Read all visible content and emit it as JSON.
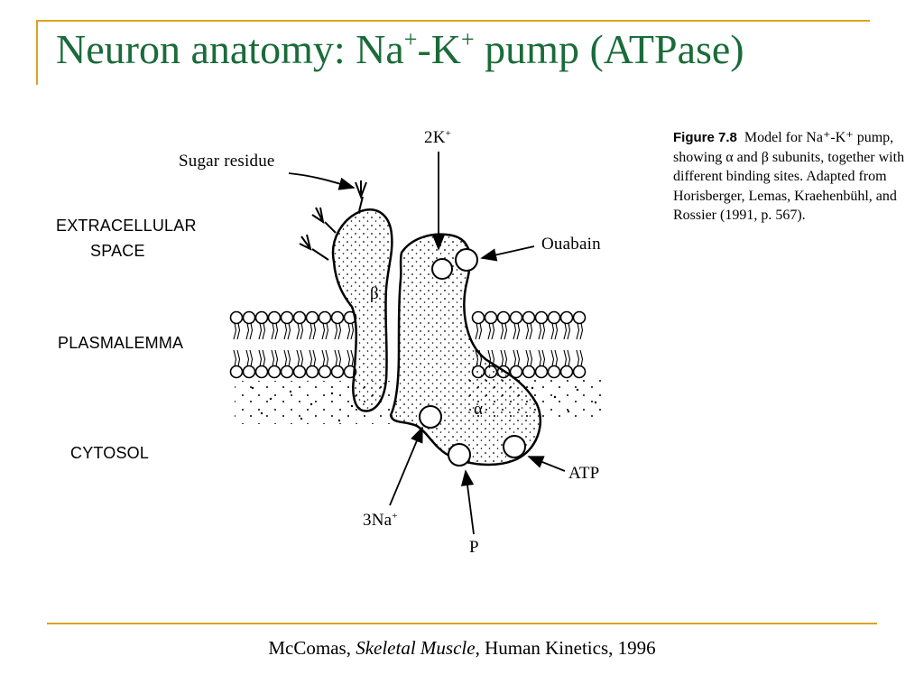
{
  "slide": {
    "title_prefix": "Neuron anatomy: Na",
    "title_sup1": "+",
    "title_mid": "-K",
    "title_sup2": "+",
    "title_suffix": " pump (ATPase)"
  },
  "diagram": {
    "labels": {
      "sugar_residue": "Sugar residue",
      "extracellular_1": "EXTRACELLULAR",
      "extracellular_2": "SPACE",
      "plasmalemma": "PLASMALEMMA",
      "cytosol": "CYTOSOL",
      "k_prefix": "2K",
      "k_sup": "+",
      "ouabain": "Ouabain",
      "beta": "β",
      "alpha": "α",
      "na_prefix": "3Na",
      "na_sup": "+",
      "atp": "ATP",
      "p": "P"
    }
  },
  "caption": {
    "figure_label": "Figure 7.8",
    "text": "Model for Na⁺-K⁺ pump, showing α and β subunits, together with different binding sites. Adapted from Horisberger, Lemas, Kraehenbühl, and Rossier (1991, p. 567)."
  },
  "footer": {
    "author": "McComas, ",
    "book": "Skeletal Muscle",
    "publisher": ", Human Kinetics, 1996"
  }
}
